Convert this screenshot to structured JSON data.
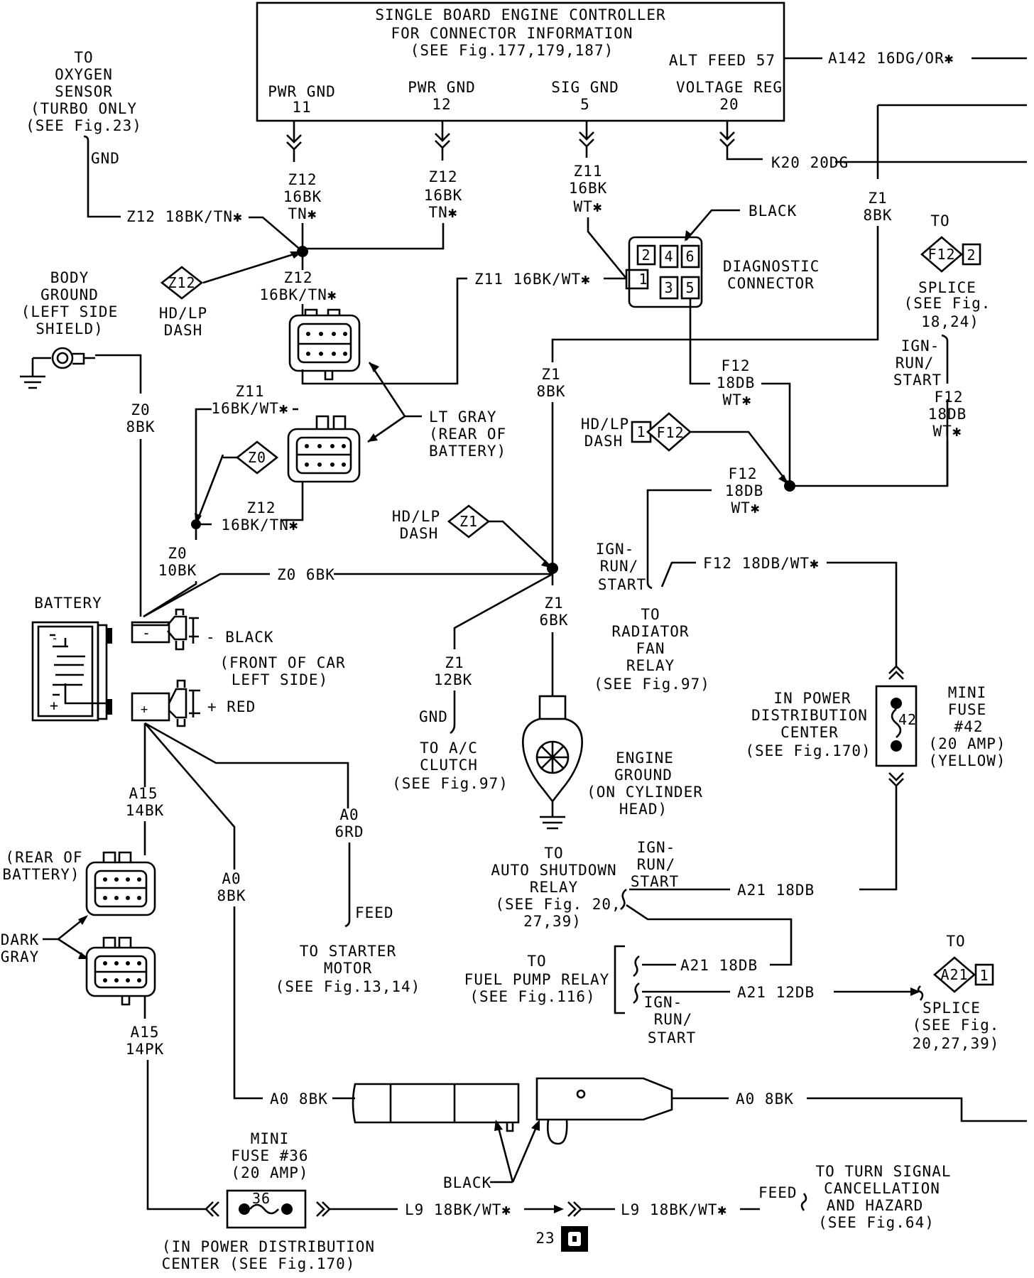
{
  "controller": {
    "title1": "SINGLE BOARD ENGINE CONTROLLER",
    "title2": "FOR CONNECTOR INFORMATION",
    "title3": "(SEE  Fig.177,179,187)",
    "alt_feed": "ALT FEED 57",
    "pwr_gnd_a": "PWR GND",
    "pwr_gnd_a_pin": "11",
    "pwr_gnd_b": "PWR GND",
    "pwr_gnd_b_pin": "12",
    "sig_gnd": "SIG GND",
    "sig_gnd_pin": "5",
    "volt_reg": "VOLTAGE REG",
    "volt_reg_pin": "20"
  },
  "wires": {
    "a142": "A142 16DG/OR✱",
    "k20": "K20 20DG",
    "z1_8bk_code": "Z1",
    "z1_8bk_size": "8BK",
    "z12_top_a_code": "Z12",
    "z12_top_a_size": "16BK",
    "z12_top_a_color": "TN✱",
    "z12_top_b_code": "Z12",
    "z12_top_b_size": "16BK",
    "z12_top_b_color": "TN✱",
    "z11_top_code": "Z11",
    "z11_top_size": "16BK",
    "z11_top_color": "WT✱",
    "z12_18bk": "Z12 18BK/TN✱",
    "z12_mid_code": "Z12",
    "z12_mid_size": "16BK/TN✱",
    "z11_16bk_wt": "Z11 16BK/WT✱",
    "z1_8bk_mid_code": "Z1",
    "z1_8bk_mid_size": "8BK",
    "f12_a_code": "F12",
    "f12_a_size": "18DB",
    "f12_a_color": "WT✱",
    "f12_b_code": "F12",
    "f12_b_size": "18DB",
    "f12_b_color": "WT✱",
    "f12_c_code": "F12",
    "f12_c_size": "18DB",
    "f12_c_color": "WT✱",
    "f12_18db_wt": "F12 18DB/WT✱",
    "z0_8bk_code": "Z0",
    "z0_8bk_size": "8BK",
    "z11_left_code": "Z11",
    "z11_left_size": "16BK/WT✱",
    "z12_left_code": "Z12",
    "z12_left_size": "16BK/TN✱",
    "z0_10bk_code": "Z0",
    "z0_10bk_size": "10BK",
    "z0_6bk": "Z0 6BK",
    "z1_6bk_code": "Z1",
    "z1_6bk_size": "6BK",
    "z1_12bk_code": "Z1",
    "z1_12bk_size": "12BK",
    "a15_14bk_code": "A15",
    "a15_14bk_size": "14BK",
    "a0_6rd_code": "A0",
    "a0_6rd_size": "6RD",
    "a0_8bk_v_code": "A0",
    "a0_8bk_v_size": "8BK",
    "a15_14pk_code": "A15",
    "a15_14pk_size": "14PK",
    "a0_8bk_left": "A0  8BK",
    "a0_8bk_right": "A0  8BK",
    "a21_18db_a": "A21  18DB",
    "a21_18db_b": "A21  18DB",
    "a21_12db": "A21  12DB",
    "l9_a": "L9  18BK/WT✱",
    "l9_b": "L9  18BK/WT✱"
  },
  "labels": {
    "oxygen": [
      "TO",
      "OXYGEN",
      "SENSOR",
      "(TURBO ONLY",
      "(SEE  Fig.23)"
    ],
    "gnd_oxy": "GND",
    "body_ground": [
      "BODY",
      "GROUND",
      "(LEFT SIDE",
      "SHIELD)"
    ],
    "hdlp_dash_z12": [
      "HD/LP",
      "DASH"
    ],
    "z12_diamond": "Z12",
    "z0_diamond": "Z0",
    "z1_diamond": "Z1",
    "hdlp_dash_z1": [
      "HD/LP",
      "DASH"
    ],
    "black_diag": "BLACK",
    "diag_connector": [
      "DIAGNOSTIC",
      "CONNECTOR"
    ],
    "diag_pins": [
      "2",
      "4",
      "6",
      "1",
      "3",
      "5"
    ],
    "lt_gray": [
      "LT GRAY",
      "(REAR OF",
      "BATTERY)"
    ],
    "splice_f12_to": "TO",
    "splice_f12_code": "F12",
    "splice_f12_pin": "2",
    "splice_f12": [
      "SPLICE",
      "(SEE Fig.",
      "18,24)"
    ],
    "ign_run_start_right": [
      "IGN-",
      "RUN/",
      "START"
    ],
    "hdlp_dash_f12": [
      "HD/LP",
      "DASH"
    ],
    "f12_diamond_pin": "1",
    "f12_diamond": "F12",
    "ign_run_start_rad": [
      "IGN-",
      "RUN/",
      "START"
    ],
    "radiator": [
      "TO",
      "RADIATOR",
      "FAN",
      "RELAY",
      "(SEE  Fig.97)"
    ],
    "battery": "BATTERY",
    "black_terminal": "- BLACK",
    "front_of_car": [
      "(FRONT OF CAR",
      "LEFT SIDE)"
    ],
    "red_terminal": "+ RED",
    "gnd_ac": "GND",
    "ac_clutch": [
      "TO A/C",
      "CLUTCH",
      "(SEE  Fig.97)"
    ],
    "engine_ground": [
      "ENGINE",
      "GROUND",
      "(ON CYLINDER",
      "HEAD)"
    ],
    "in_pdc": [
      "IN POWER",
      "DISTRIBUTION",
      "CENTER",
      "(SEE  Fig.170)"
    ],
    "mini_fuse_42": [
      "MINI",
      "FUSE",
      "#42",
      "(20 AMP)",
      "(YELLOW)"
    ],
    "fuse42_number": "42",
    "rear_battery": [
      "(REAR OF",
      "BATTERY)"
    ],
    "dark_gray": [
      "DARK",
      "GRAY"
    ],
    "feed_starter": "FEED",
    "starter_motor": [
      "TO STARTER",
      "MOTOR",
      "(SEE  Fig.13,14)"
    ],
    "ign_run_start_asd": [
      "IGN-",
      "RUN/",
      "START"
    ],
    "auto_shutdown": [
      "TO",
      "AUTO SHUTDOWN",
      "RELAY",
      "(SEE  Fig. 20,",
      "27,39)"
    ],
    "fuel_pump": [
      "TO",
      "FUEL PUMP RELAY",
      "(SEE  Fig.116)"
    ],
    "ign_run_start_fp": [
      "IGN-",
      "RUN/",
      "START"
    ],
    "splice_a21_to": "TO",
    "splice_a21_code": "A21",
    "splice_a21_pin": "1",
    "splice_a21": [
      "SPLICE",
      "(SEE  Fig.",
      "20,27,39)"
    ],
    "black_connector": "BLACK",
    "mini_fuse_36": [
      "MINI",
      "FUSE #36",
      "(20 AMP)"
    ],
    "fuse36_number": "36",
    "pdc_bottom": [
      "(IN POWER DISTRIBUTION",
      "CENTER  (SEE  Fig.170)"
    ],
    "feed_turn": "FEED",
    "turn_signal": [
      "TO TURN SIGNAL",
      "CANCELLATION",
      "AND HAZARD",
      "(SEE  Fig.64)"
    ],
    "page_number": "23"
  }
}
